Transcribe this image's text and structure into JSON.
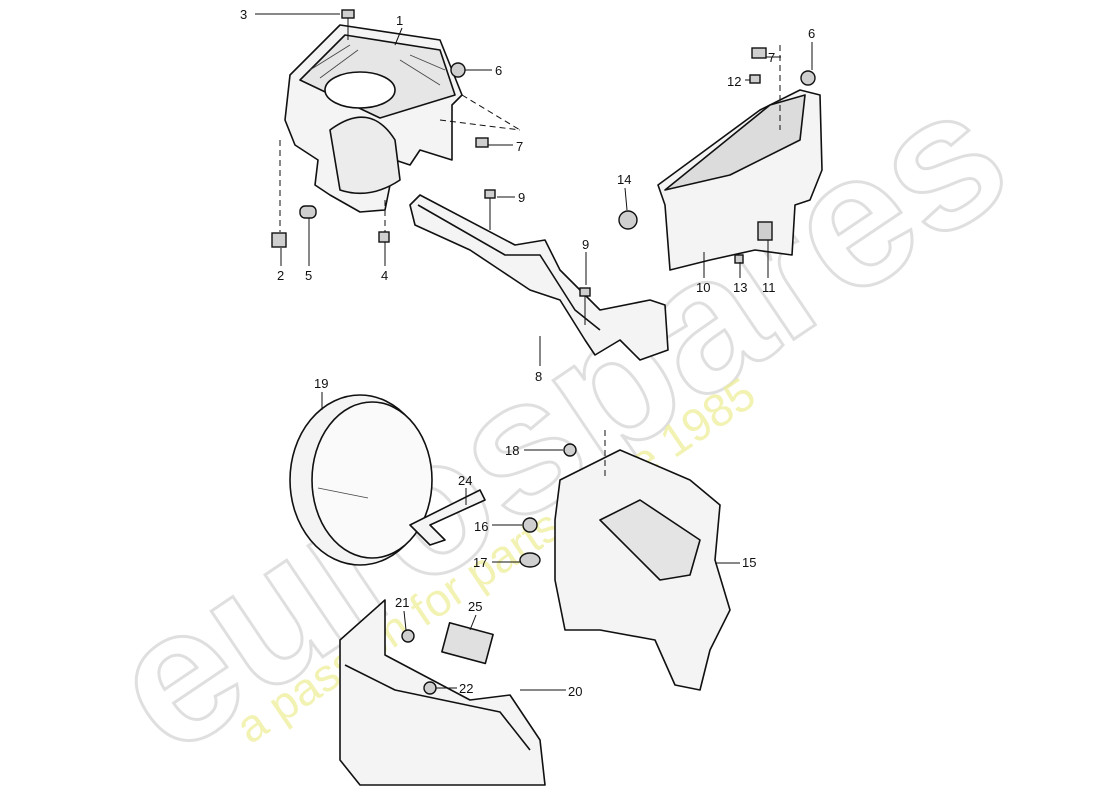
{
  "watermark": {
    "brand": "eurospares",
    "tagline": "a passion for parts since 1985"
  },
  "callouts": [
    {
      "id": "c3",
      "label": "3"
    },
    {
      "id": "c1",
      "label": "1"
    },
    {
      "id": "c6a",
      "label": "6"
    },
    {
      "id": "c7a",
      "label": "7"
    },
    {
      "id": "c2",
      "label": "2"
    },
    {
      "id": "c5",
      "label": "5"
    },
    {
      "id": "c4",
      "label": "4"
    },
    {
      "id": "c9a",
      "label": "9"
    },
    {
      "id": "c9b",
      "label": "9"
    },
    {
      "id": "c8",
      "label": "8"
    },
    {
      "id": "c7b",
      "label": "7"
    },
    {
      "id": "c6b",
      "label": "6"
    },
    {
      "id": "c12",
      "label": "12"
    },
    {
      "id": "c14",
      "label": "14"
    },
    {
      "id": "c10",
      "label": "10"
    },
    {
      "id": "c13",
      "label": "13"
    },
    {
      "id": "c11",
      "label": "11"
    },
    {
      "id": "c19",
      "label": "19"
    },
    {
      "id": "c18",
      "label": "18"
    },
    {
      "id": "c24",
      "label": "24"
    },
    {
      "id": "c16",
      "label": "16"
    },
    {
      "id": "c17",
      "label": "17"
    },
    {
      "id": "c15",
      "label": "15"
    },
    {
      "id": "c21",
      "label": "21"
    },
    {
      "id": "c25",
      "label": "25"
    },
    {
      "id": "c22",
      "label": "22"
    },
    {
      "id": "c20",
      "label": "20"
    }
  ]
}
